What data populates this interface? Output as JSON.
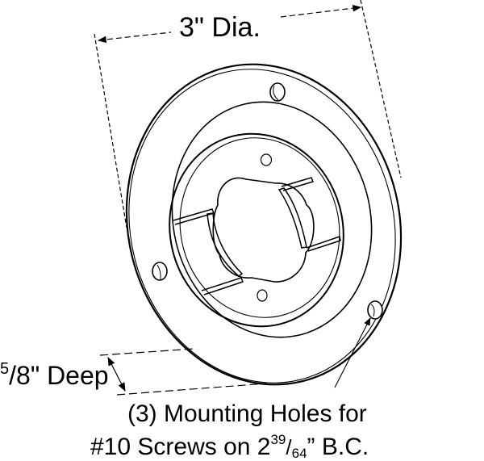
{
  "diagram": {
    "type": "technical-line-drawing",
    "subject": "round flange mount with center cup",
    "colors": {
      "line": "#000000",
      "background": "#ffffff"
    }
  },
  "dimensions": {
    "diameter": {
      "label": "3\" Dia."
    },
    "depth": {
      "numerator": "5",
      "denominator": "8",
      "suffix": "\" Deep"
    },
    "mounting_holes": {
      "line1": "(3) Mounting Holes for",
      "line2_prefix": "#10 Screws on 2",
      "bc_numerator": "39",
      "bc_denominator": "64",
      "line2_suffix": "” B.C."
    }
  }
}
